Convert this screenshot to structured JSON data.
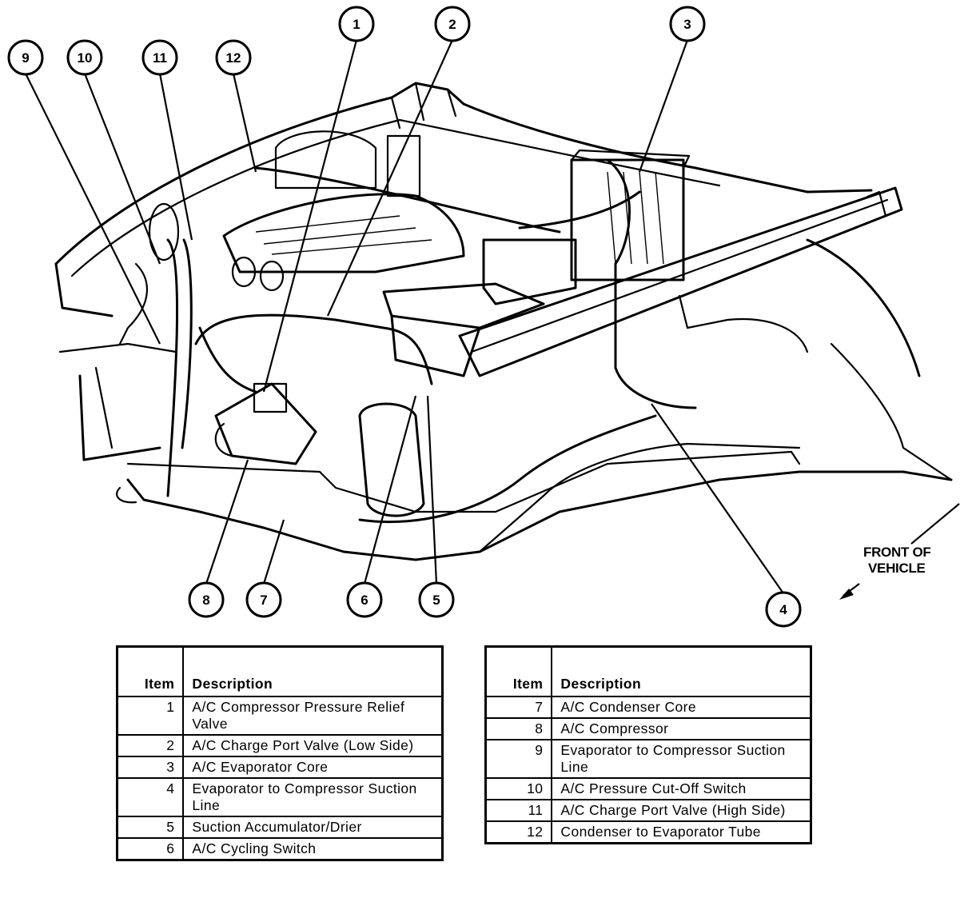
{
  "callouts": [
    {
      "num": "1"
    },
    {
      "num": "2"
    },
    {
      "num": "3"
    },
    {
      "num": "4"
    },
    {
      "num": "5"
    },
    {
      "num": "6"
    },
    {
      "num": "7"
    },
    {
      "num": "8"
    },
    {
      "num": "9"
    },
    {
      "num": "10"
    },
    {
      "num": "11"
    },
    {
      "num": "12"
    }
  ],
  "front_label": {
    "line1": "FRONT OF",
    "line2": "VEHICLE"
  },
  "legend": {
    "item_header": "Item",
    "desc_header": "Description",
    "left": [
      {
        "item": "1",
        "desc": "A/C Compressor Pressure Relief Valve"
      },
      {
        "item": "2",
        "desc": "A/C Charge Port Valve (Low Side)"
      },
      {
        "item": "3",
        "desc": "A/C Evaporator Core"
      },
      {
        "item": "4",
        "desc": "Evaporator to Compressor Suction Line"
      },
      {
        "item": "5",
        "desc": "Suction Accumulator/Drier"
      },
      {
        "item": "6",
        "desc": "A/C Cycling Switch"
      }
    ],
    "right": [
      {
        "item": "7",
        "desc": "A/C Condenser Core"
      },
      {
        "item": "8",
        "desc": "A/C Compressor"
      },
      {
        "item": "9",
        "desc": "Evaporator to Compressor Suction Line"
      },
      {
        "item": "10",
        "desc": "A/C Pressure Cut-Off Switch"
      },
      {
        "item": "11",
        "desc": "A/C Charge Port Valve (High Side)"
      },
      {
        "item": "12",
        "desc": "Condenser to Evaporator Tube"
      }
    ]
  }
}
